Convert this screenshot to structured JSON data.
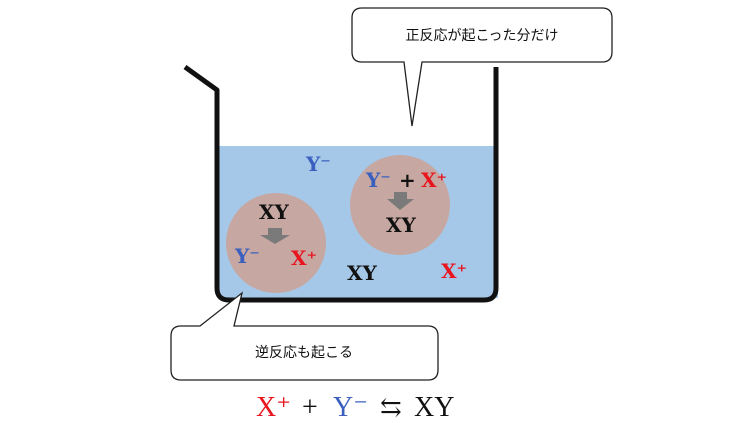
{
  "callouts": {
    "forward": "正反応が起こった分だけ",
    "reverse": "逆反応も起こる"
  },
  "ions": {
    "y_minus": "Y⁻",
    "x_plus": "X⁺",
    "xy": "XY",
    "plus_sign": "+"
  },
  "equation": {
    "x_plus": "X⁺",
    "plus": "+",
    "y_minus": "Y⁻",
    "arrow": "⇆",
    "xy": "XY"
  },
  "colors": {
    "water": "#a6c8e8",
    "bubble": "#c6a7a1",
    "x_ion": "#e8141e",
    "y_ion": "#3a5fbf",
    "neutral": "#111111",
    "arrow": "#7a7a7a",
    "beaker": "#111111"
  }
}
